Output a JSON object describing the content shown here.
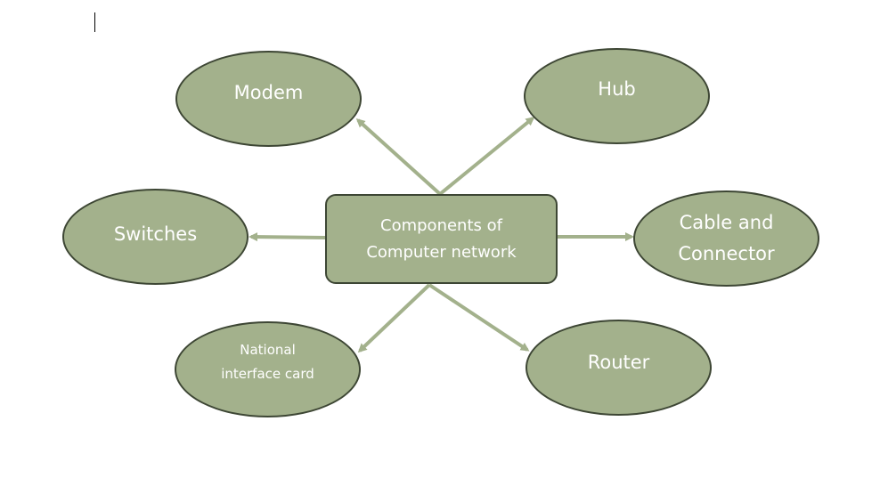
{
  "diagram": {
    "center": {
      "label": "Components of\nComputer network"
    },
    "nodes": {
      "modem": {
        "label": "Modem"
      },
      "hub": {
        "label": "Hub"
      },
      "switches": {
        "label": "Switches"
      },
      "cable": {
        "label": "Cable and\nConnector"
      },
      "nic": {
        "label": "National\ninterface card"
      },
      "router": {
        "label": "Router"
      }
    },
    "edges": [
      {
        "from": "center",
        "to": "modem"
      },
      {
        "from": "center",
        "to": "hub"
      },
      {
        "from": "center",
        "to": "switches"
      },
      {
        "from": "center",
        "to": "cable"
      },
      {
        "from": "center",
        "to": "nic"
      },
      {
        "from": "center",
        "to": "router"
      }
    ]
  },
  "colors": {
    "node_fill": "#a3b18c",
    "node_border": "#3d4634",
    "arrow": "#a3b18c",
    "text": "#ffffff"
  }
}
